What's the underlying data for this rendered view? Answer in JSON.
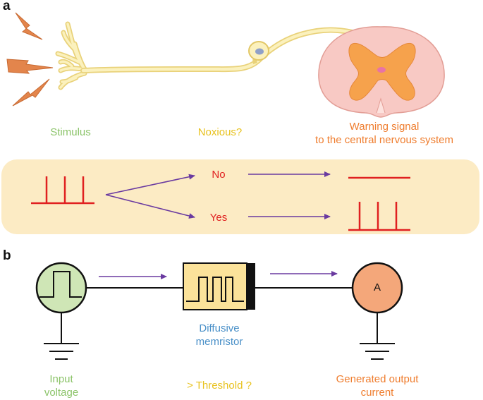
{
  "panel_a": {
    "letter": "a",
    "labels": {
      "stimulus": "Stimulus",
      "noxious": "Noxious?",
      "warning_line1": "Warning signal",
      "warning_line2": "to the central nervous system"
    },
    "branches": {
      "no": "No",
      "yes": "Yes"
    }
  },
  "panel_b": {
    "letter": "b",
    "ammeter_symbol": "A",
    "labels": {
      "input_line1": "Input",
      "input_line2": "voltage",
      "memristor_line1": "Diffusive",
      "memristor_line2": "memristor",
      "threshold": "> Threshold ?",
      "output_line1": "Generated output",
      "output_line2": "current"
    }
  },
  "colors": {
    "stimulus": "#8cc46a",
    "noxious": "#e8c21e",
    "warning": "#ef7d2e",
    "pulse": "#e02020",
    "arrow": "#6a3aa0",
    "memristor_fill": "#fbe29a",
    "ammeter_fill": "#f4a77a",
    "source_fill": "#cfe6b6",
    "band": "#fcebc4"
  },
  "icons": [
    "lightning-bolt-icon",
    "neuron-icon",
    "spinal-cord-icon",
    "ground-icon"
  ]
}
